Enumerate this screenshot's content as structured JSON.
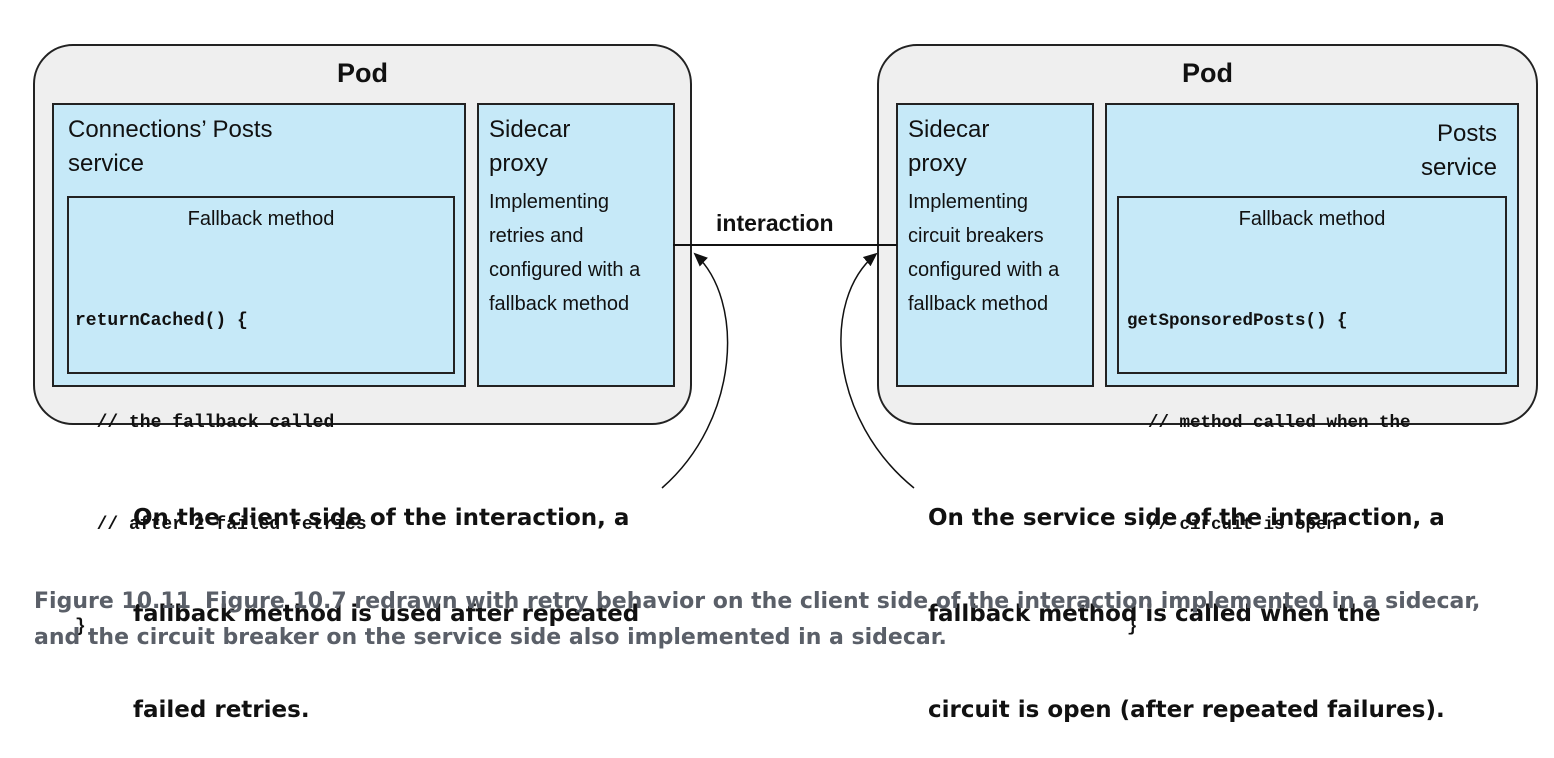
{
  "left_pod": {
    "title": "Pod",
    "service": {
      "title_lines": [
        "Connections’ Posts",
        "service"
      ],
      "fallback": {
        "title": "Fallback method",
        "code_lines": [
          "returnCached() {",
          "  // the fallback called",
          "  // after 2 failed retries",
          "}"
        ]
      }
    },
    "sidecar": {
      "title_lines": [
        "Sidecar",
        "proxy"
      ],
      "desc_lines": [
        "Implementing",
        "retries and",
        "configured with a",
        "fallback method"
      ]
    }
  },
  "right_pod": {
    "title": "Pod",
    "sidecar": {
      "title_lines": [
        "Sidecar",
        "proxy"
      ],
      "desc_lines": [
        "Implementing",
        "circuit breakers",
        "configured with a",
        "fallback method"
      ]
    },
    "service": {
      "title_lines": [
        "Posts",
        "service"
      ],
      "fallback": {
        "title": "Fallback method",
        "code_lines": [
          "getSponsoredPosts() {",
          "  // method called when the",
          "  // circuit is open",
          "}"
        ]
      }
    }
  },
  "connector": {
    "label": "interaction"
  },
  "annotations": {
    "client": [
      "On the client side of the interaction, a",
      "fallback method is used after repeated",
      "failed retries."
    ],
    "service": [
      "On the service side of the interaction, a",
      "fallback method is called when the",
      "circuit is open (after repeated failures)."
    ]
  },
  "figure_caption": {
    "number": "Figure 10.11",
    "text": "Figure 10.7 redrawn with retry behavior on the client side of the interaction implemented in a sidecar, and the circuit breaker on the service side also implemented in a sidecar."
  },
  "colors": {
    "box_fill": "#c6e9f8",
    "pod_fill": "#efefef",
    "caption": "#5a5f68"
  }
}
